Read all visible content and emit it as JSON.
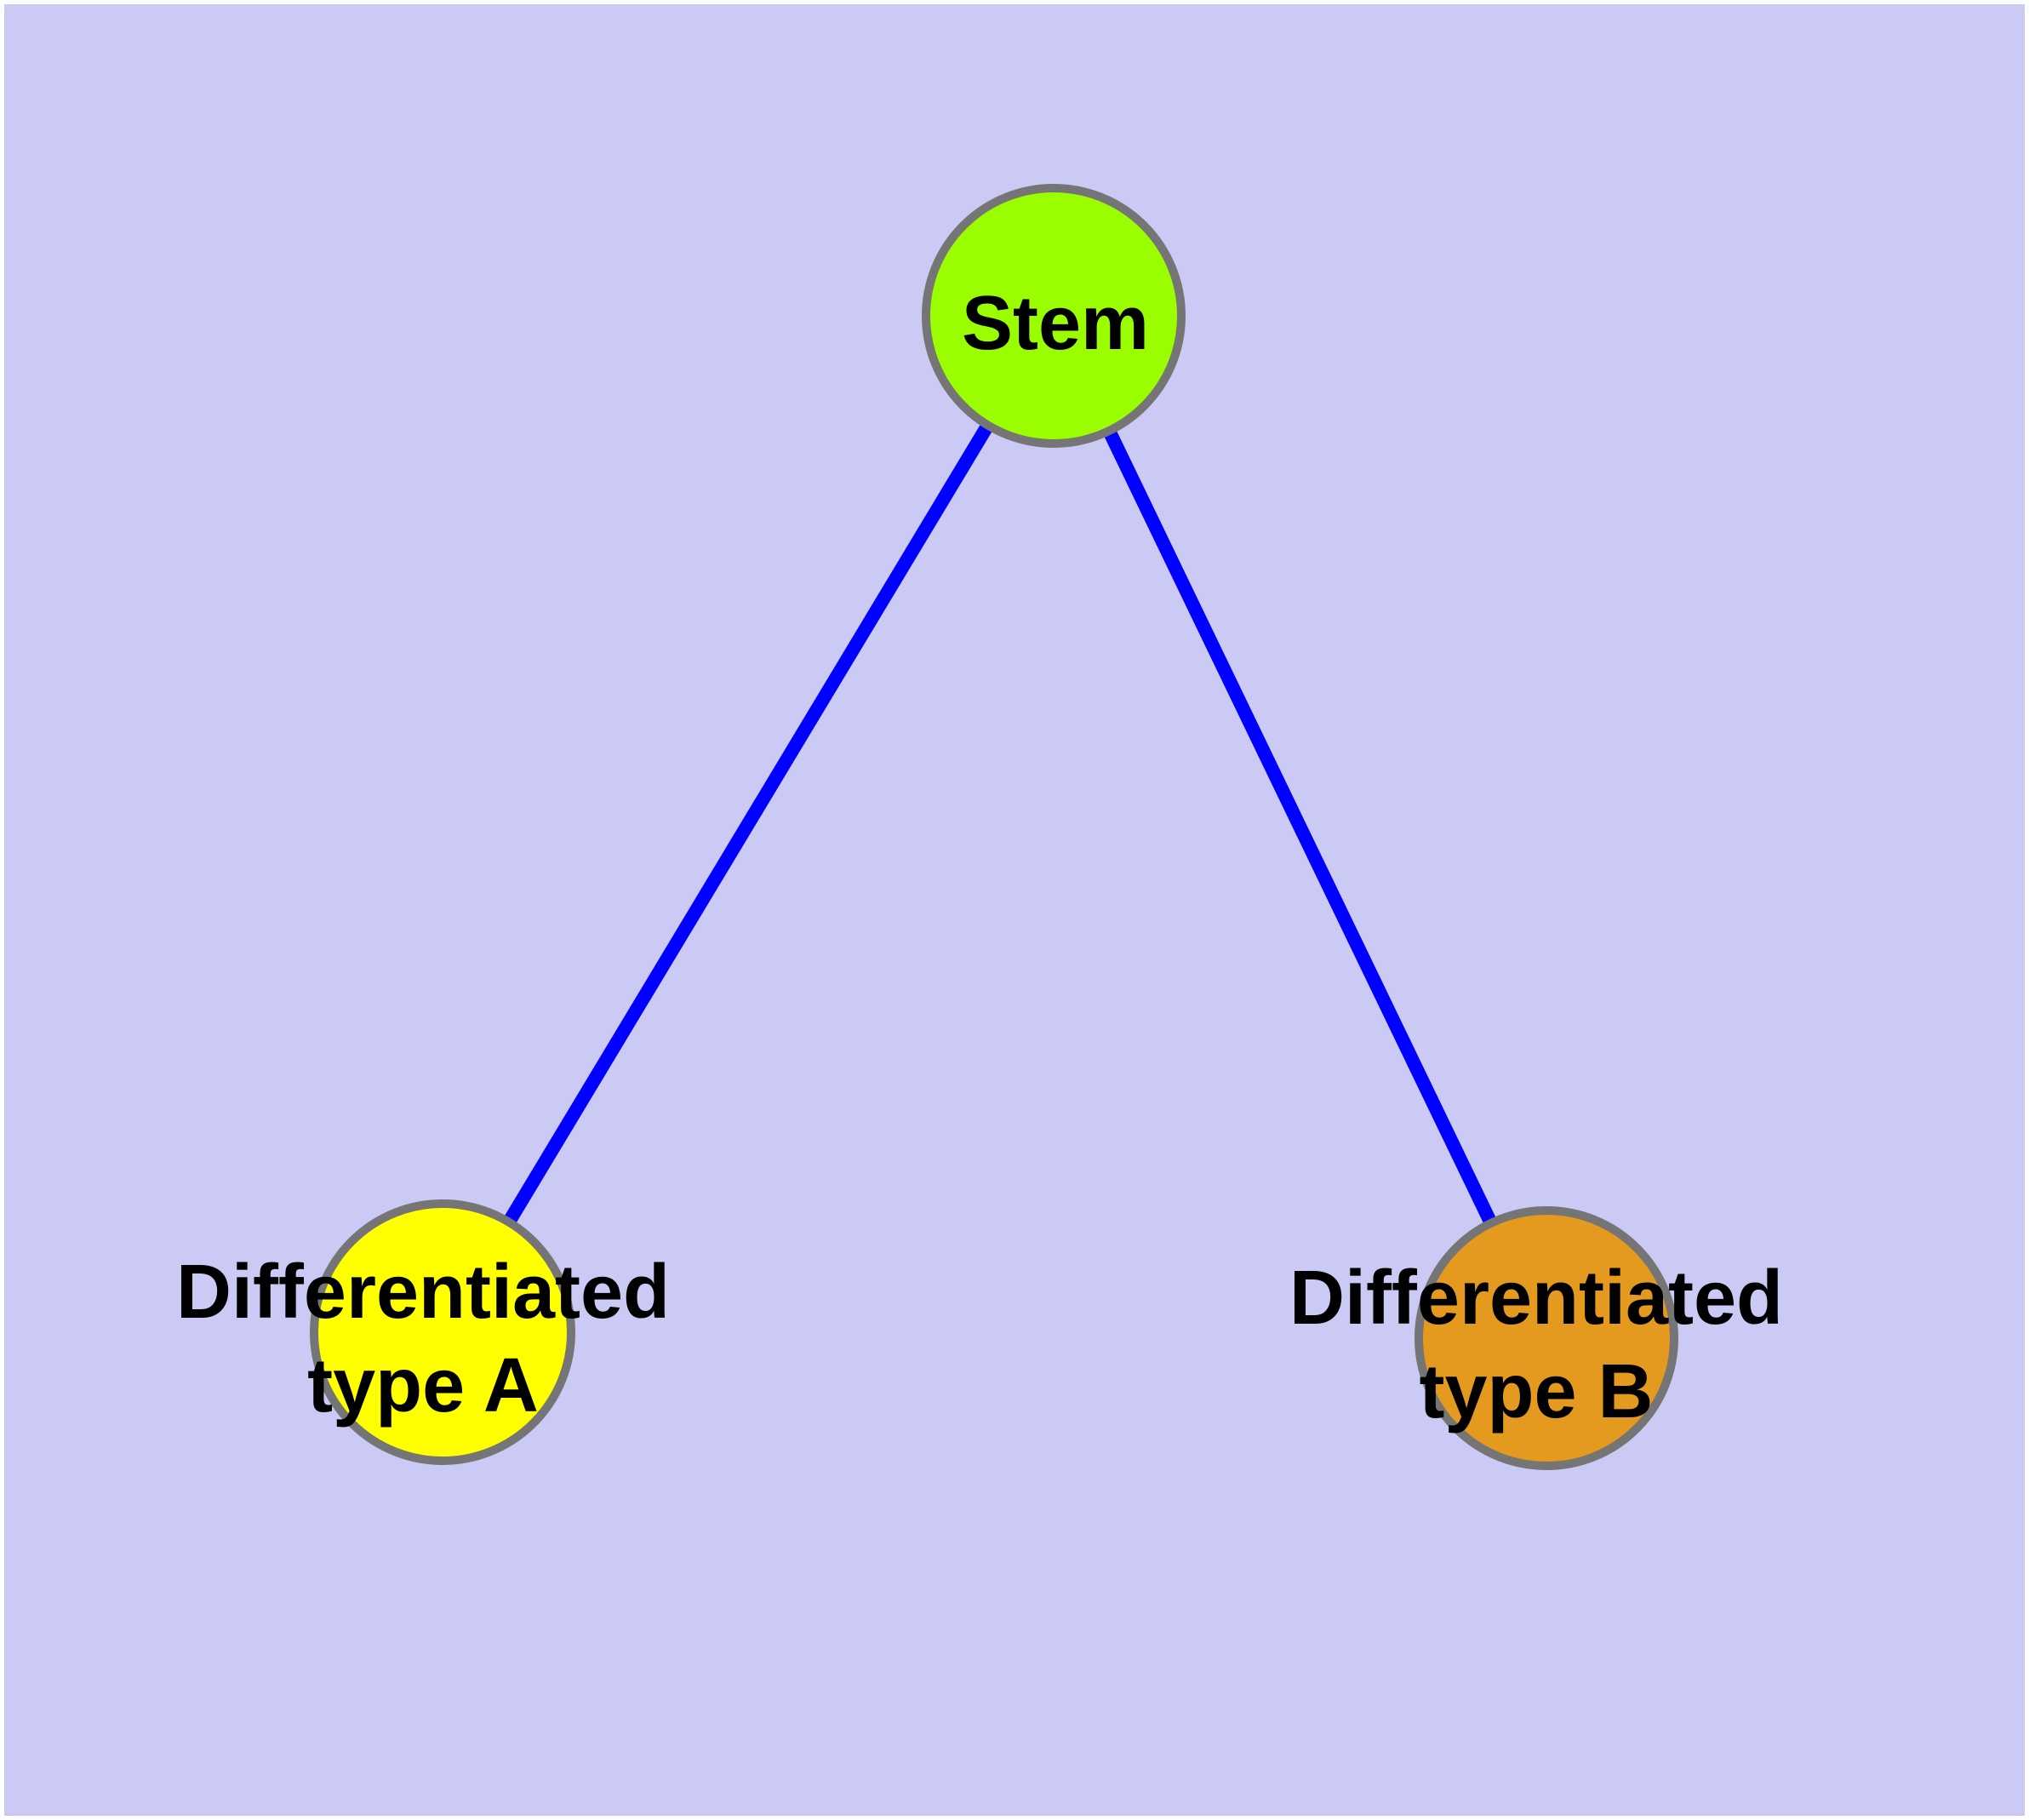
{
  "diagram": {
    "type": "node-link-graph",
    "background_color": "#CACAF4",
    "frame_color": "#FFFFFF",
    "edge_color": "#0000FF",
    "node_border_color": "#757575",
    "label_color": "#000000",
    "nodes": [
      {
        "id": "stem",
        "label": "Stem",
        "fill_color": "#9AFE00"
      },
      {
        "id": "differentiated-type-a",
        "label_line1": "Differentiated",
        "label_line2": "type A",
        "fill_color": "#FFFF00"
      },
      {
        "id": "differentiated-type-b",
        "label_line1": "Differentiated",
        "label_line2": "type B",
        "fill_color": "#E49A1E"
      }
    ],
    "edges": [
      {
        "from": "Stem",
        "to": "Differentiated type A"
      },
      {
        "from": "Stem",
        "to": "Differentiated type B"
      }
    ]
  }
}
